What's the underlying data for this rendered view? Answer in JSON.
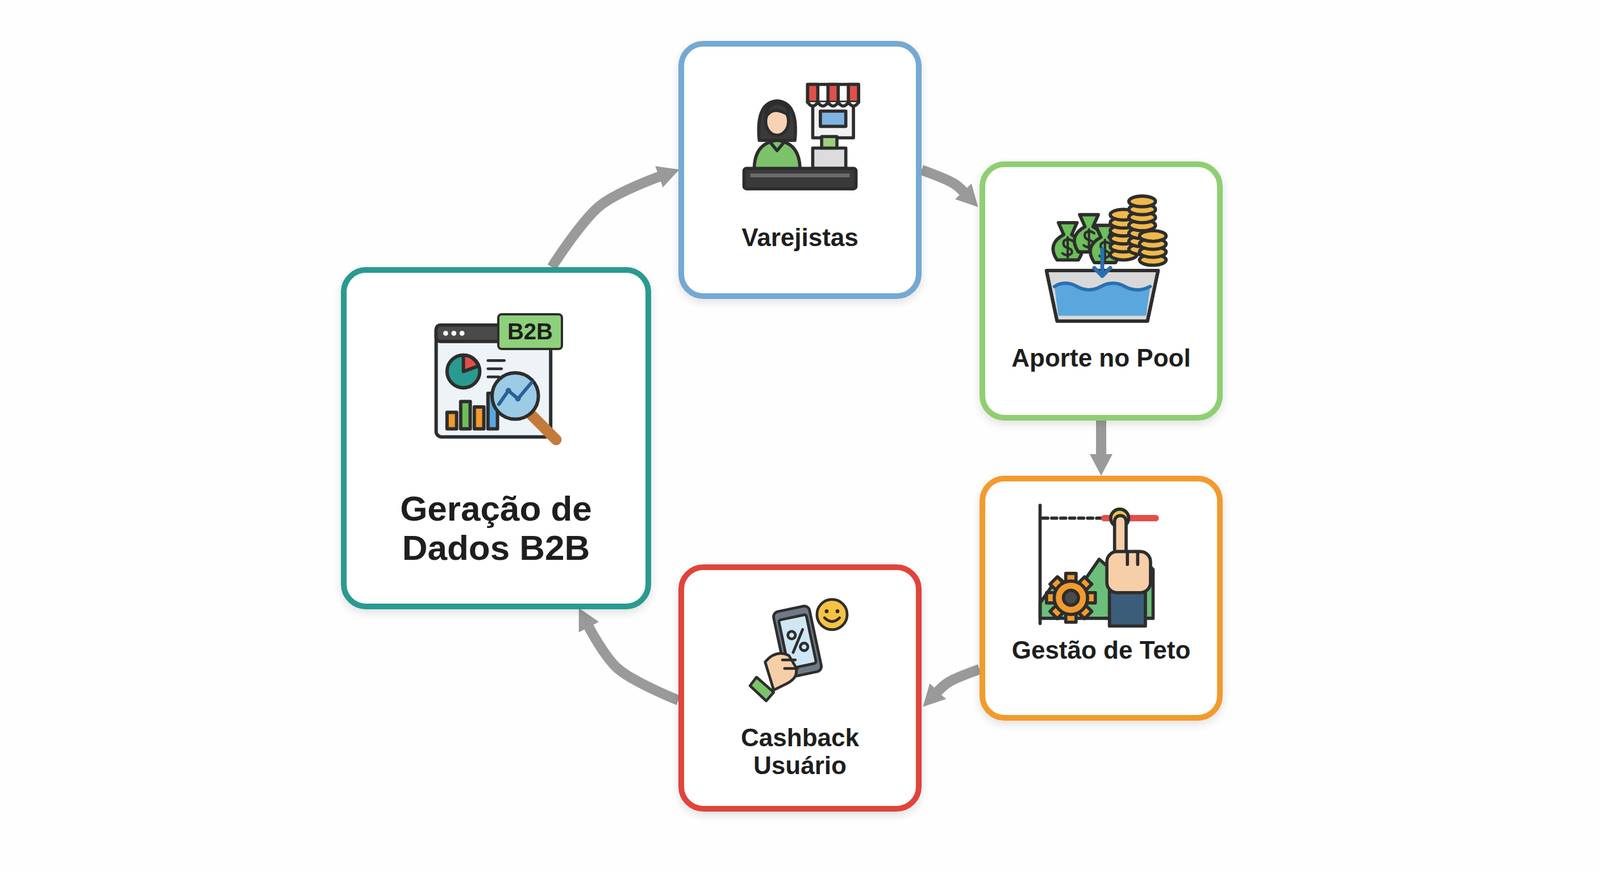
{
  "diagram": {
    "nodes": [
      {
        "text": [
          "Varejistas"
        ]
      },
      {
        "text": [
          "Aporte no Pool"
        ]
      },
      {
        "text": [
          "Gestão de Teto"
        ]
      },
      {
        "text": [
          "Cashback Usuário"
        ]
      },
      {
        "text": [
          "Geração de Dados B2B"
        ]
      }
    ],
    "edges": [
      {
        "from": 0,
        "to": 1,
        "arrow": "to"
      },
      {
        "from": 1,
        "to": 2,
        "arrow": "to"
      },
      {
        "from": 2,
        "to": 3,
        "arrow": "to"
      },
      {
        "from": 3,
        "to": 4,
        "arrow": "to"
      },
      {
        "from": 4,
        "to": 0,
        "arrow": "to"
      }
    ],
    "labels": [
      "B2B"
    ]
  }
}
